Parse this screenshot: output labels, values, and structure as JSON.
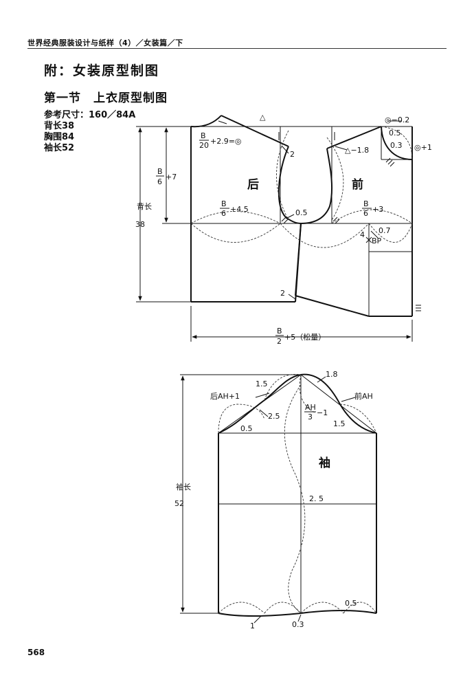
{
  "header": {
    "running_title": "世界经典服装设计与纸样（4）／女装篇／下"
  },
  "titles": {
    "appendix": "附：女装原型制图",
    "section": "第一节　上衣原型制图"
  },
  "measurements": {
    "reference_size": "参考尺寸：160／84A",
    "back_length": "背长38",
    "bust": "胸围84",
    "sleeve_length": "袖长52"
  },
  "bodice": {
    "back_label": "后",
    "front_label": "前",
    "back_neck_width_suffix": "+2.9=◎",
    "armhole_depth_suffix": "+7",
    "back_width_suffix": "+4.5",
    "front_width_suffix": "+3",
    "total_width_suffix": "+5（松量）",
    "side_back_length_label": "背长",
    "side_back_length_value": "38",
    "frac_b": "B",
    "frac_6": "6",
    "frac_20": "20",
    "frac_2": "2",
    "delta": "△",
    "delta_minus": "△−1.8",
    "circle_minus": "◎−0.2",
    "circle_plus": "◎+1",
    "v_0_5_neck": "0.5",
    "v_0_3": "0.3",
    "v_2_shoulder": "2",
    "v_0_5_armhole": "0.5",
    "v_0_7": "0.7",
    "v_4": "4",
    "bp": "BP",
    "v_2_waist": "2"
  },
  "sleeve": {
    "label": "袖",
    "length_label": "袖长",
    "length_value": "52",
    "back_ah": "后AH+1",
    "front_ah": "前AH",
    "ah": "AH",
    "ah_den": "3",
    "ah_suffix": "−1",
    "v_1_8": "1.8",
    "v_1_5_top": "1.5",
    "v_2_5_cap": "2.5",
    "v_1_5_right": "1.5",
    "v_0_5_left": "0.5",
    "v_2_5_mid": "2. 5",
    "v_0_5_hem": "0.5",
    "v_1_hem": "1",
    "v_0_3_hem": "0.3"
  },
  "page_number": "568"
}
